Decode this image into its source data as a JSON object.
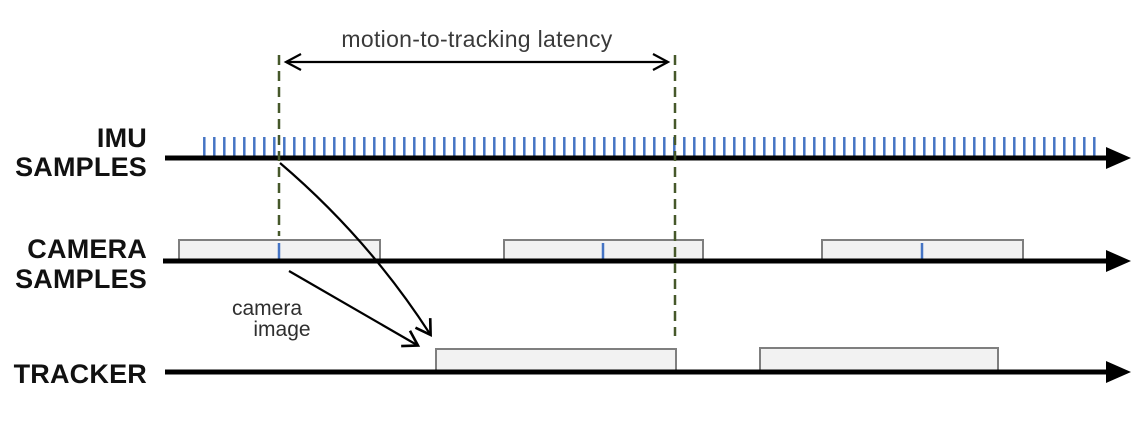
{
  "diagram": {
    "rows": [
      {
        "id": "imu-samples",
        "label_line1": "IMU",
        "label_line2": "SAMPLES"
      },
      {
        "id": "camera-samples",
        "label_line1": "CAMERA",
        "label_line2": "SAMPLES"
      },
      {
        "id": "tracker",
        "label_line1": "TRACKER",
        "label_line2": ""
      }
    ],
    "annotations": {
      "latency_label": "motion-to-tracking latency",
      "camera_image_line1": "camera",
      "camera_image_line2": "image"
    },
    "colors": {
      "timeline_black": "#000000",
      "tick_blue": "#4574c4",
      "dash_green": "#46582a",
      "box_fill": "#f2f2f2",
      "box_border": "#7f7f7f",
      "annotation_text": "#3a3a3a",
      "label_text": "#111111"
    }
  }
}
